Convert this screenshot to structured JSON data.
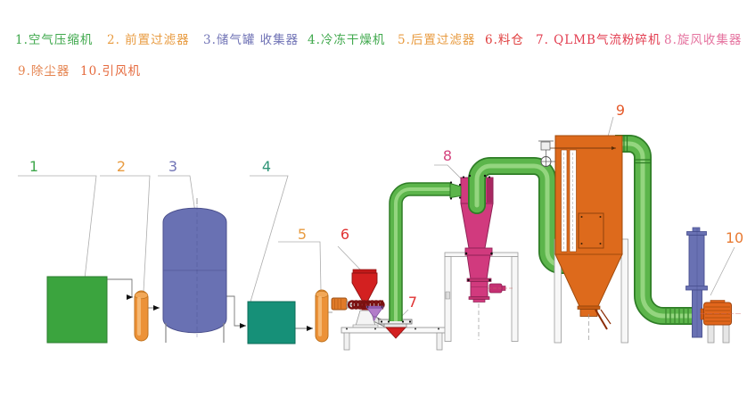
{
  "legend": {
    "row1": [
      {
        "num": "1.",
        "label": "空气压缩机",
        "color": "#3FA84C"
      },
      {
        "num": "2. ",
        "label": "前置过滤器",
        "color": "#E89B40"
      },
      {
        "num": "3.",
        "label": "储气罐 收集器",
        "color": "#7174B6"
      },
      {
        "num": "4.",
        "label": "冷冻干燥机",
        "color": "#3FA84C"
      },
      {
        "num": "5.",
        "label": "后置过滤器",
        "color": "#E89B40"
      },
      {
        "num": "6.",
        "label": "料仓",
        "color": "#E04040"
      },
      {
        "num": "7. ",
        "label": "QLMB气流粉碎机",
        "color": "#E23B4E"
      },
      {
        "num": "8.",
        "label": "旋风收集器",
        "color": "#E5739F"
      }
    ],
    "row2": [
      {
        "num": "9.",
        "label": "除尘器",
        "color": "#E58450"
      },
      {
        "num": "10.",
        "label": "引风机",
        "color": "#E5693C"
      }
    ]
  },
  "diagram": {
    "markers": [
      {
        "n": "1",
        "color": "#3FA84C",
        "equipment": "空气压缩机"
      },
      {
        "n": "2",
        "color": "#E89B40",
        "equipment": "前置过滤器"
      },
      {
        "n": "3",
        "color": "#7174B6",
        "equipment": "储气罐"
      },
      {
        "n": "4",
        "color": "#2F9577",
        "equipment": "冷冻干燥机"
      },
      {
        "n": "5",
        "color": "#E89B40",
        "equipment": "后置过滤器"
      },
      {
        "n": "6",
        "color": "#E03232",
        "equipment": "料仓"
      },
      {
        "n": "7",
        "color": "#E03232",
        "equipment": "QLMB气流粉碎机"
      },
      {
        "n": "8",
        "color": "#D4447E",
        "equipment": "旋风收集器"
      },
      {
        "n": "9",
        "color": "#E55A2B",
        "equipment": "除尘器"
      },
      {
        "n": "10",
        "color": "#E87A32",
        "equipment": "引风机"
      }
    ]
  },
  "colors": {
    "compressor": "#3BA43E",
    "filter": "#EC9238",
    "tank": "#6971B3",
    "dryer": "#169078",
    "hopper": "#D32020",
    "funnel": "#B27CC9",
    "mill_cone": "#D32020",
    "cyclone": "#D13A7E",
    "collector": "#DD6A1C",
    "fan": "#6971B3",
    "motor": "#E2661C",
    "pipe": "#5CB54B"
  }
}
